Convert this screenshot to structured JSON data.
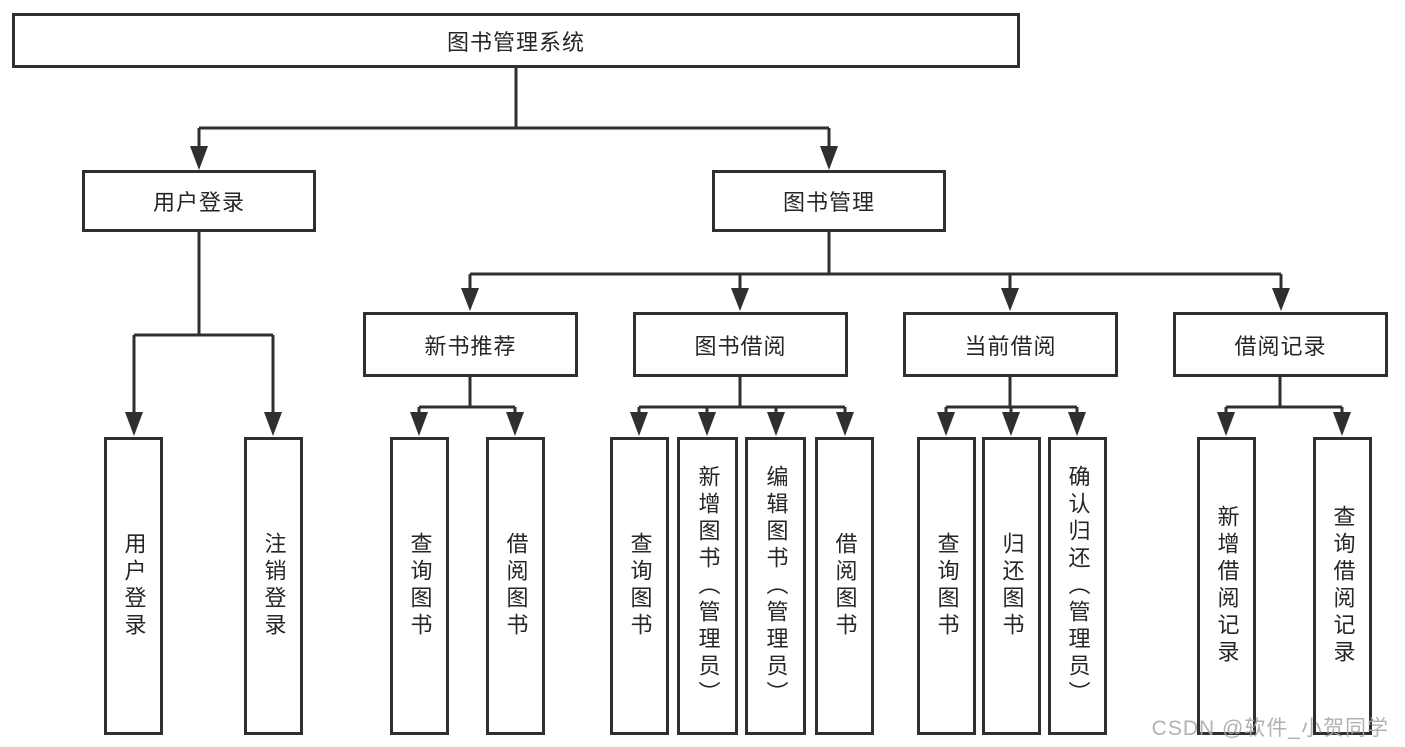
{
  "diagram": {
    "title": "图书管理系统",
    "colors": {
      "line": "#2f2f2f",
      "text": "#262626",
      "background": "#ffffff",
      "watermark": "#a8a8a8"
    },
    "nodes": {
      "root": "图书管理系统",
      "user_login": "用户登录",
      "book_mgmt": "图书管理",
      "new_book": "新书推荐",
      "book_borrow": "图书借阅",
      "current_borrow": "当前借阅",
      "borrow_record": "借阅记录",
      "leaf_user_login": "用户登录",
      "leaf_logout": "注销登录",
      "leaf_nb_query": "查询图书",
      "leaf_nb_borrow": "借阅图书",
      "leaf_bb_query": "查询图书",
      "leaf_bb_add": "新增图书（管理员）",
      "leaf_bb_edit": "编辑图书（管理员）",
      "leaf_bb_borrow": "借阅图书",
      "leaf_cb_query": "查询图书",
      "leaf_cb_return": "归还图书",
      "leaf_cb_confirm": "确认归还（管理员）",
      "leaf_br_add": "新增借阅记录",
      "leaf_br_query": "查询借阅记录"
    },
    "watermark": "CSDN @软件_小贺同学"
  }
}
